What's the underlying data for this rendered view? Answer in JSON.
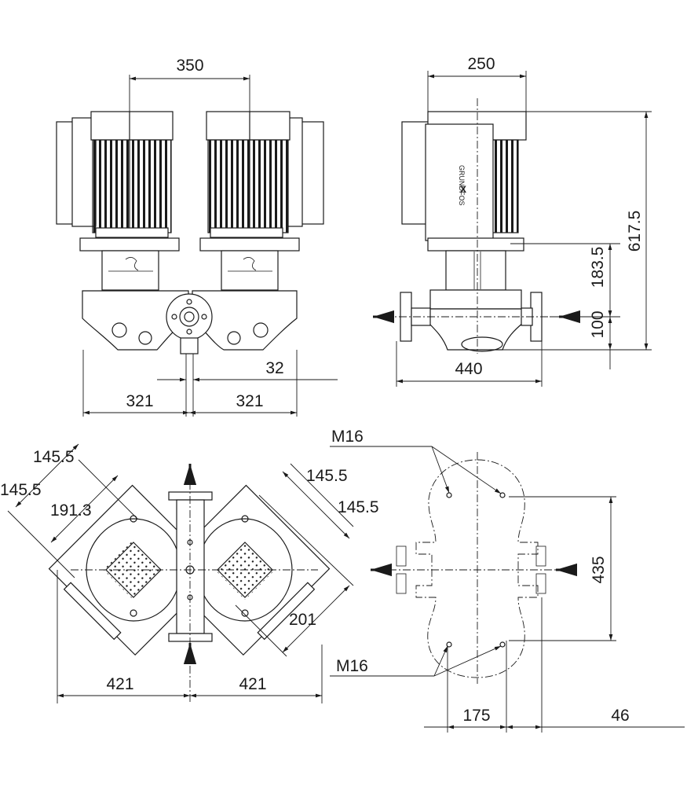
{
  "views": {
    "front": {
      "dim_top": "350",
      "dim_center_offset": "32",
      "dim_left": "321",
      "dim_right": "321"
    },
    "side": {
      "dim_top": "250",
      "dim_total_height": "617.5",
      "dim_upper": "183.5",
      "dim_lower": "100",
      "dim_width": "440"
    },
    "plan": {
      "dim_a": "145.5",
      "dim_b": "145.5",
      "dim_c": "191.3",
      "dim_d": "145.5",
      "dim_e": "145.5",
      "dim_f": "201",
      "dim_left": "421",
      "dim_right": "421"
    },
    "foundation": {
      "bolt_top": "M16",
      "bolt_bottom": "M16",
      "dim_height": "435",
      "dim_width": "175",
      "dim_offset": "46"
    }
  },
  "icons": {
    "flow_arrow": "flow-direction-arrow-icon",
    "brand_logo": "grundfos-logo-icon"
  },
  "colors": {
    "line": "#1a1a1a",
    "background": "#ffffff"
  }
}
